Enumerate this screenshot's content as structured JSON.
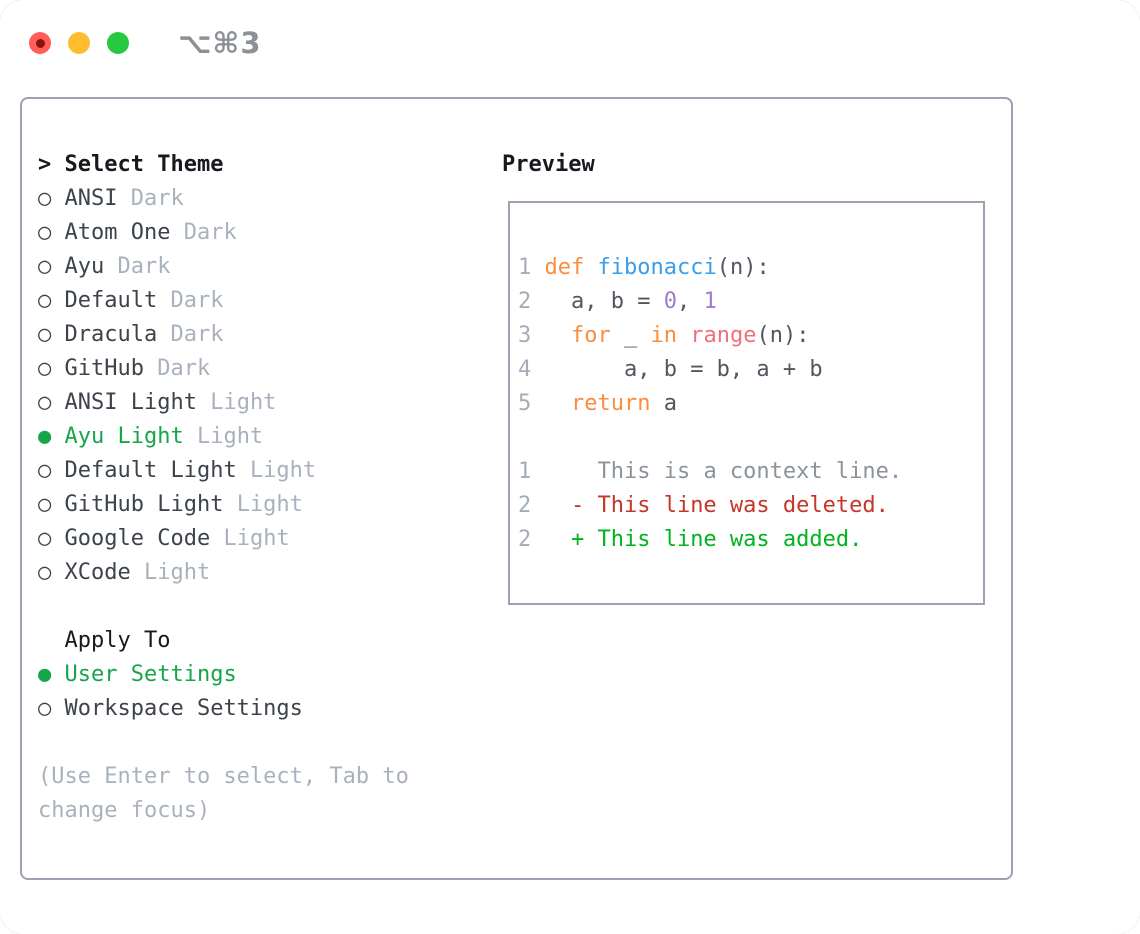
{
  "window": {
    "shortcut_label": "⌥⌘3"
  },
  "theme_panel": {
    "select_header": {
      "prompt": ">",
      "title": "Select Theme"
    },
    "bullets": {
      "selected": "●",
      "unselected": "○"
    },
    "themes": [
      {
        "name": "ANSI",
        "variant": "Dark",
        "selected": false
      },
      {
        "name": "Atom One",
        "variant": "Dark",
        "selected": false
      },
      {
        "name": "Ayu",
        "variant": "Dark",
        "selected": false
      },
      {
        "name": "Default",
        "variant": "Dark",
        "selected": false
      },
      {
        "name": "Dracula",
        "variant": "Dark",
        "selected": false
      },
      {
        "name": "GitHub",
        "variant": "Dark",
        "selected": false
      },
      {
        "name": "ANSI Light",
        "variant": "Light",
        "selected": false
      },
      {
        "name": "Ayu Light",
        "variant": "Light",
        "selected": true
      },
      {
        "name": "Default Light",
        "variant": "Light",
        "selected": false
      },
      {
        "name": "GitHub Light",
        "variant": "Light",
        "selected": false
      },
      {
        "name": "Google Code",
        "variant": "Light",
        "selected": false
      },
      {
        "name": "XCode",
        "variant": "Light",
        "selected": false
      }
    ],
    "apply_to": {
      "title": "Apply To",
      "options": [
        {
          "label": "User Settings",
          "selected": true
        },
        {
          "label": "Workspace Settings",
          "selected": false
        }
      ]
    },
    "hint_lines": [
      "(Use Enter to select, Tab to",
      "change focus)"
    ]
  },
  "preview": {
    "title": "Preview",
    "code_lines": [
      {
        "segments": [
          [
            "1 ",
            "num"
          ],
          [
            "def",
            "kw"
          ],
          [
            " ",
            "pln"
          ],
          [
            "fibonacci",
            "fn"
          ],
          [
            "(n):",
            "pln"
          ]
        ]
      },
      {
        "segments": [
          [
            "2   ",
            "num"
          ],
          [
            "a, b = ",
            "pln"
          ],
          [
            "0",
            "const"
          ],
          [
            ", ",
            "pln"
          ],
          [
            "1",
            "const"
          ]
        ]
      },
      {
        "segments": [
          [
            "3   ",
            "num"
          ],
          [
            "for",
            "kw"
          ],
          [
            " _ ",
            "pln"
          ],
          [
            "in",
            "kw"
          ],
          [
            " ",
            "pln"
          ],
          [
            "range",
            "call"
          ],
          [
            "(n):",
            "pln"
          ]
        ]
      },
      {
        "segments": [
          [
            "4       ",
            "num"
          ],
          [
            "a, b = b, a + b",
            "pln"
          ]
        ]
      },
      {
        "segments": [
          [
            "5   ",
            "num"
          ],
          [
            "return",
            "kw"
          ],
          [
            " a",
            "pln"
          ]
        ]
      },
      {
        "segments": []
      },
      {
        "segments": [
          [
            "1     ",
            "num"
          ],
          [
            "This is a context line.",
            "ctx"
          ]
        ]
      },
      {
        "segments": [
          [
            "2   ",
            "num"
          ],
          [
            "- This line was deleted.",
            "del"
          ]
        ]
      },
      {
        "segments": [
          [
            "2   ",
            "num"
          ],
          [
            "+ This line was added.",
            "add"
          ]
        ]
      }
    ]
  },
  "colors": {
    "c-ink": "#16191d",
    "c-name": "#3d434b",
    "c-muted": "#a9b2bc",
    "c-sel": "#17a54b",
    "c-border": "#9aa3af",
    "c-shortcut": "#8d9196",
    "c-num": "#a4adb7",
    "c-kw": "#fa8d3e",
    "c-fn": "#399ee6",
    "c-pln": "#50575f",
    "c-const": "#a37acc",
    "c-call": "#f0707a",
    "c-ctx": "#8b939b",
    "c-del": "#c5362a",
    "c-add": "#00b31f",
    "light-red": "#ff5f57",
    "light-red-dot": "#8b120b",
    "light-yellow": "#febc2e",
    "light-green": "#28c840"
  }
}
